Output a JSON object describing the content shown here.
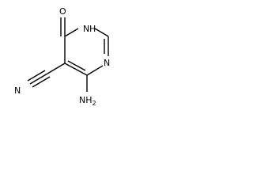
{
  "molecule": {
    "atoms": {
      "oxygen": "O",
      "ring_nitrogen_top": "N",
      "ring_nitrogen_top_h": "H",
      "ring_nitrogen_right": "N",
      "nitrile_nitrogen": "N",
      "amino_nh": "NH",
      "amino_subscript": "2"
    }
  }
}
